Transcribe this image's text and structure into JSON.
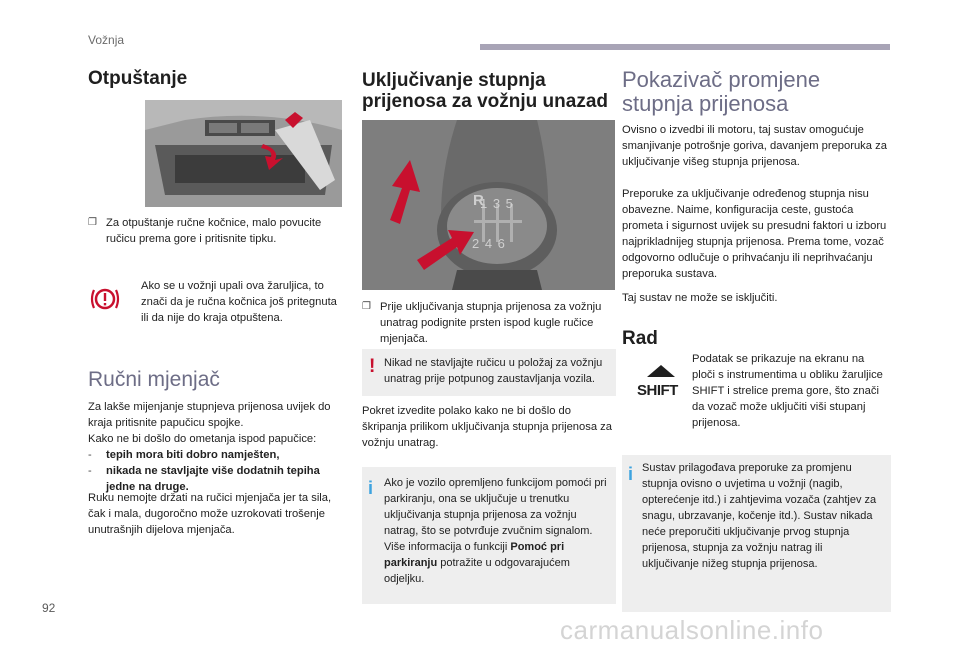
{
  "header": {
    "chapter": "Vožnja"
  },
  "footer": {
    "page_number": "92",
    "watermark": "carmanualsonline.info"
  },
  "col1": {
    "title": "Otpuštanje",
    "bullet": "Za otpuštanje ručne kočnice, malo povucite ručicu prema gore i pritisnite tipku.",
    "warning_text": "Ako se u vožnji upali ova žaruljica, to znači da je ručna kočnica još pritegnuta ili da nije do kraja otpuštena.",
    "section_title": "Ručni mjenjač",
    "intro": "Za lakše mijenjanje stupnjeva prijenosa uvijek do kraja pritisnite papučicu spojke.",
    "lead": "Kako ne bi došlo do ometanja ispod papučice:",
    "dash1": "tepih mora biti dobro namješten,",
    "dash2": "nikada ne stavljajte više dodatnih tepiha jedne na druge.",
    "outro": "Ruku nemojte držati na ručici mjenjača jer ta sila, čak i mala, dugoročno može uzrokovati trošenje unutrašnjih dijelova mjenjača."
  },
  "col2": {
    "title_line1": "Uključivanje stupnja",
    "title_line2": "prijenosa za vožnju unazad",
    "gear_numbers_top": "1 3 5",
    "gear_numbers_bottom": "2 4 6",
    "gear_r": "R",
    "bullet": "Prije uključivanja stupnja prijenosa za vožnju unatrag podignite prsten ispod kugle ručice mjenjača.",
    "warning": "Nikad ne stavljajte ručicu u položaj za vožnju unatrag prije potpunog zaustavljanja vozila.",
    "body": "Pokret izvedite polako kako ne bi došlo do škripanja prilikom uključivanja stupnja prijenosa za vožnju unatrag.",
    "info_pre": "Ako je vozilo opremljeno funkcijom pomoći pri parkiranju, ona se uključuje u trenutku uključivanja stupnja prijenosa za vožnju natrag, što se potvrđuje zvučnim signalom. Više informacija o funkciji",
    "info_bold": "Pomoć pri parkiranju",
    "info_post": "potražite u odgovarajućem odjeljku."
  },
  "col3": {
    "title_line1": "Pokazivač promjene",
    "title_line2": "stupnja prijenosa",
    "p1": "Ovisno o izvedbi ili motoru, taj sustav omogućuje smanjivanje potrošnje goriva, davanjem preporuka za uključivanje višeg stupnja prijenosa.",
    "p2": "Preporuke za uključivanje određenog stupnja nisu obavezne. Naime, konfiguracija ceste, gustoća prometa i sigurnost uvijek su presudni faktori u izboru najprikladnijeg stupnja prijenosa. Prema tome, vozač odgovorno odlučuje o prihvaćanju ili neprihvaćanju preporuka sustava.",
    "p3": "Taj sustav ne može se isključiti.",
    "rad_title": "Rad",
    "shift_label": "SHIFT",
    "rad_text": "Podatak se prikazuje na ekranu na ploči s instrumentima u obliku žaruljice SHIFT i strelice prema gore, što znači da vozač može uključiti viši stupanj prijenosa.",
    "info": "Sustav prilagođava preporuke za promjenu stupnja ovisno o uvjetima u vožnji (nagib, opterećenje itd.) i zahtjevima vozača (zahtjev za snagu, ubrzavanje, kočenje itd.). Sustav nikada neće preporučiti uključivanje prvog stupnja prijenosa, stupnja za vožnju natrag ili uključivanje nižeg stupnja prijenosa."
  },
  "colors": {
    "accent_red": "#c8102e",
    "info_blue": "#3da3df",
    "muted_title": "#6d6d86"
  }
}
